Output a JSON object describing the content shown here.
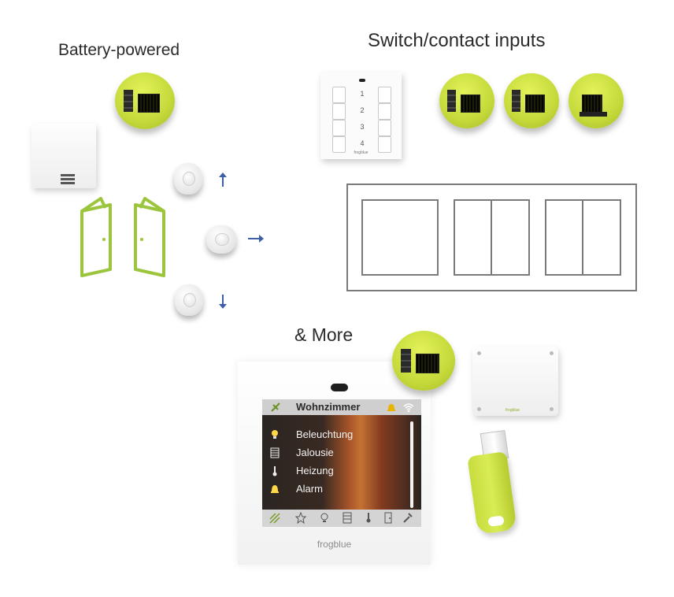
{
  "headings": {
    "battery": "Battery-powered",
    "switch": "Switch/contact inputs",
    "more": "& More"
  },
  "switch_panel": {
    "numbers": [
      "1",
      "2",
      "3",
      "4"
    ],
    "brand": "frogblue"
  },
  "touch_panel": {
    "title": "Wohnzimmer",
    "menu": [
      "Beleuchtung",
      "Jalousie",
      "Heizung",
      "Alarm"
    ],
    "brand": "frogblue"
  },
  "small_box_brand": "frogblue",
  "colors": {
    "accent_green": "#9bc53d",
    "module_green": "#cfe24a",
    "arrow_blue": "#3d5fa8",
    "frame_gray": "#7a7a7a"
  },
  "icons": [
    "door-icon",
    "arrow-up-icon",
    "arrow-right-icon",
    "arrow-down-icon",
    "lamp-icon",
    "blind-icon",
    "thermometer-icon",
    "bell-icon",
    "wifi-icon",
    "star-icon"
  ]
}
